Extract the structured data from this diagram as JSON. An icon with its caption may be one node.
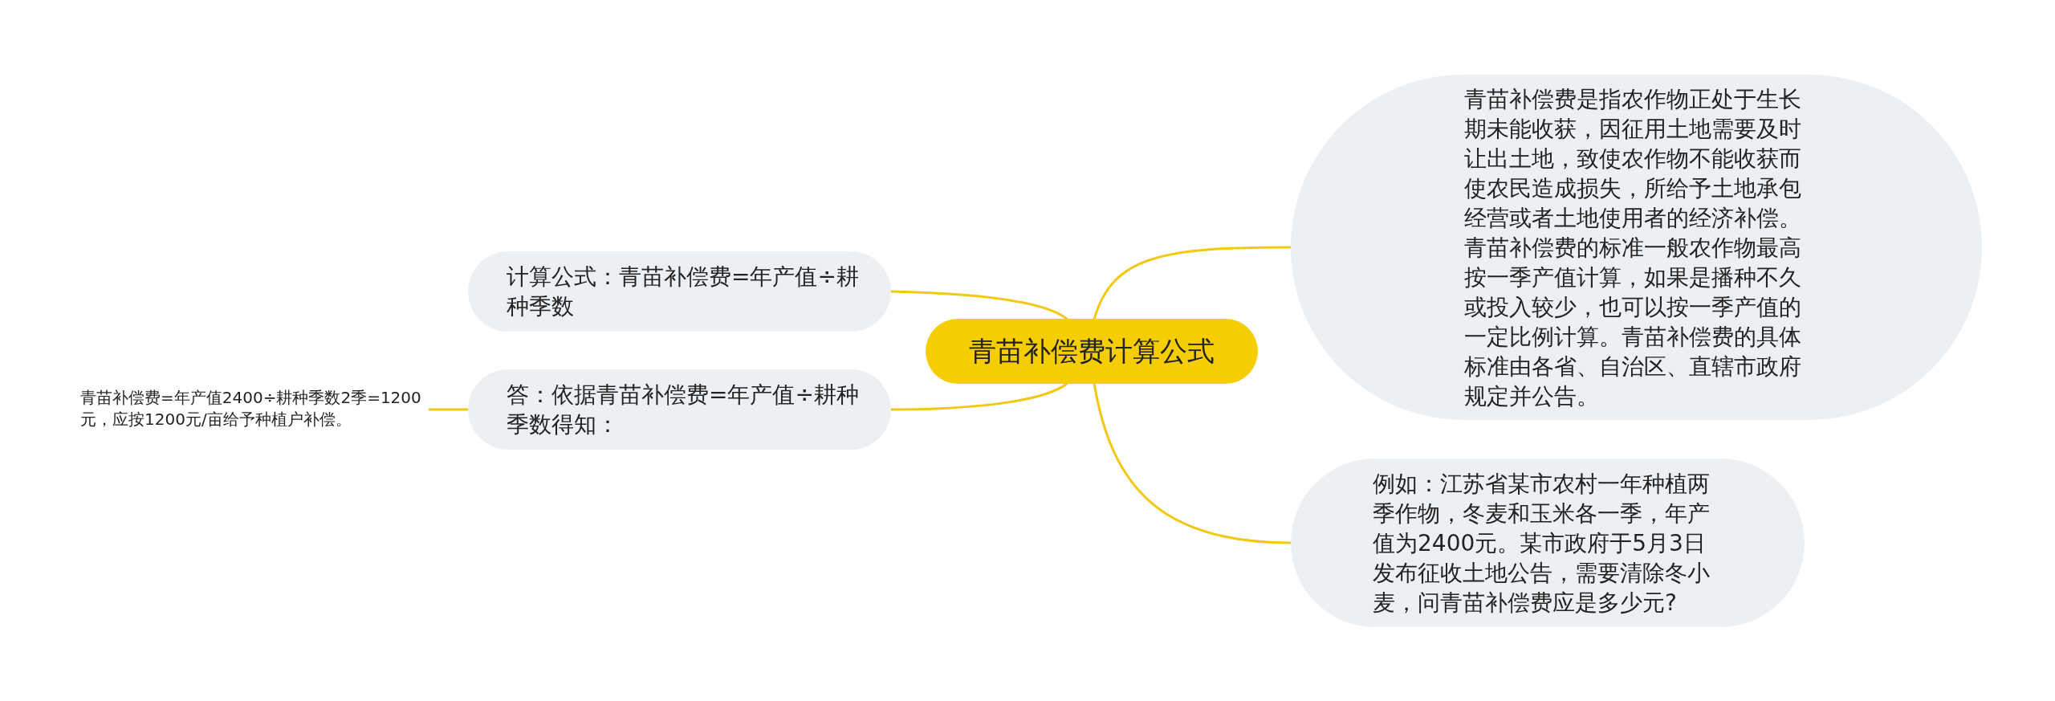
{
  "diagram": {
    "nodes": [
      {
        "text": [
          "青苗补偿费计算公式"
        ]
      },
      {
        "text": [
          "计算公式：青苗补偿费=年产值÷耕种季数"
        ]
      },
      {
        "text": [
          "答：依据青苗补偿费=年产值÷耕种季数得知："
        ]
      },
      {
        "text": [
          "青苗补偿费=年产值2400÷耕种季数2季=1200元，应按1200元/亩给予种植户补偿。"
        ]
      },
      {
        "text": [
          "青苗补偿费是指农作物正处于生长期未能收获，因征用土地需要及时让出土地，致使农作物不能收获而使农民造成损失，所给予土地承包经营或者土地使用者的经济补偿。青苗补偿费的标准一般农作物最高按一季产值计算，如果是播种不久或投入较少，也可以按一季产值的一定比例计算。青苗补偿费的具体标准由各省、自治区、直辖市政府规定并公告。"
        ]
      },
      {
        "text": [
          "例如：江苏省某市农村一年种植两季作物，冬麦和玉米各一季，年产值为2400元。某市政府于5月3日发布征收土地公告，需要清除冬小麦，问青苗补偿费应是多少元?"
        ]
      }
    ],
    "edges": [
      {
        "from": 0,
        "to": 1,
        "arrow": "none"
      },
      {
        "from": 0,
        "to": 2,
        "arrow": "none"
      },
      {
        "from": 2,
        "to": 3,
        "arrow": "none"
      },
      {
        "from": 0,
        "to": 4,
        "arrow": "none"
      },
      {
        "from": 0,
        "to": 5,
        "arrow": "none"
      }
    ]
  }
}
